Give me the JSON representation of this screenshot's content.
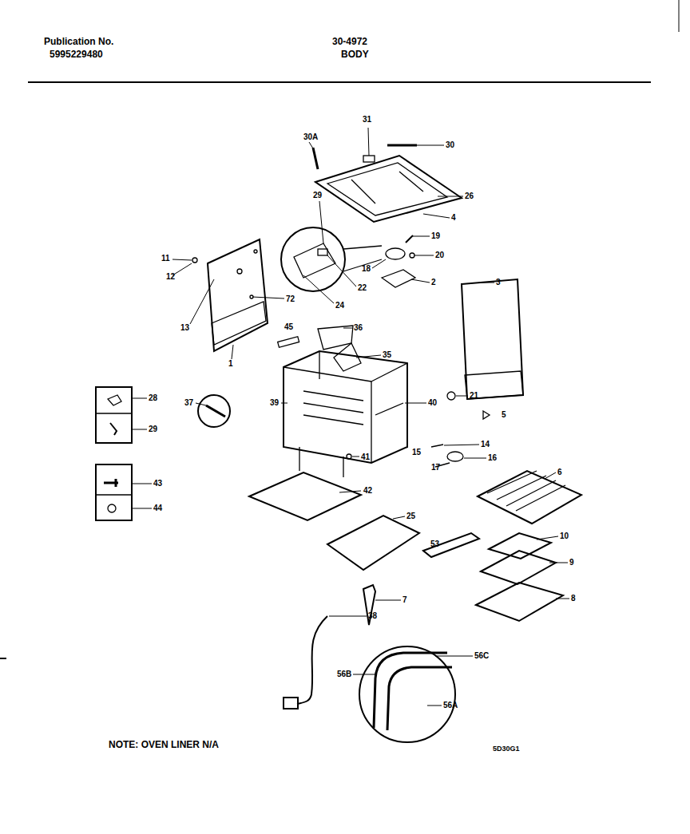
{
  "diagram": {
    "labels": [
      "Publication No.",
      "5995229480",
      "30-4972",
      "BODY",
      "31",
      "30A",
      "30",
      "29",
      "26",
      "4",
      "19",
      "20",
      "18",
      "2",
      "3",
      "22",
      "24",
      "72",
      "11",
      "12",
      "13",
      "1",
      "45",
      "36",
      "35",
      "37",
      "39",
      "40",
      "21",
      "5",
      "28",
      "29",
      "43",
      "44",
      "14",
      "15",
      "16",
      "17",
      "41",
      "6",
      "42",
      "25",
      "53",
      "10",
      "9",
      "7",
      "8",
      "38",
      "56C",
      "56B",
      "56A",
      "NOTE: OVEN LINER N/A",
      "5D30G1"
    ]
  }
}
